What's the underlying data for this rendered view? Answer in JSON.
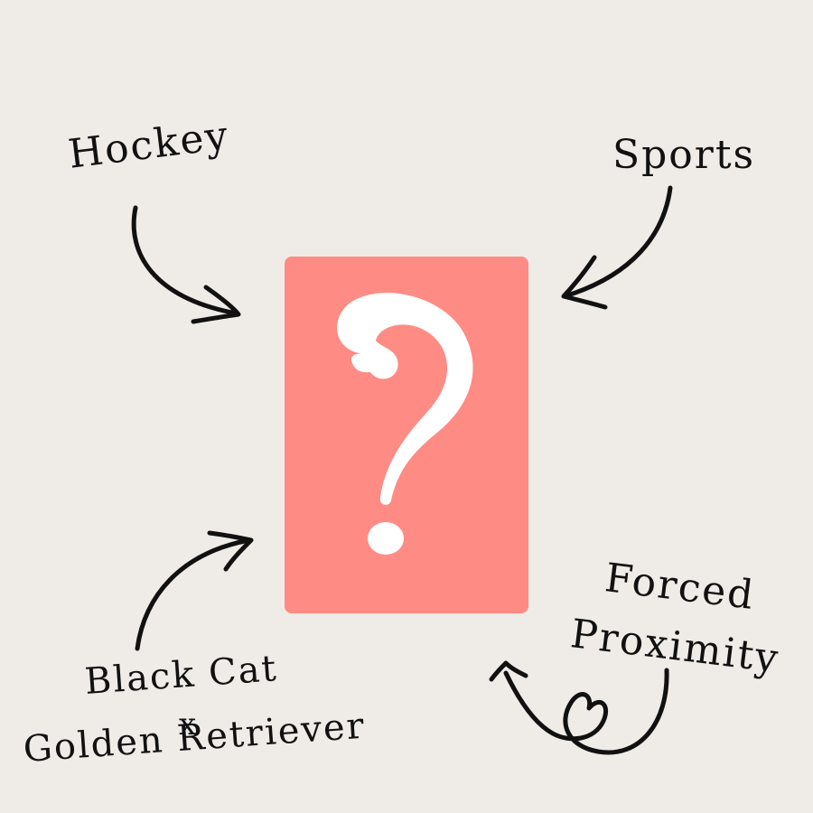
{
  "colors": {
    "background": "#efebe7",
    "card": "#ff8b85",
    "question_mark": "#ffffff",
    "ink": "#111111"
  },
  "labels": {
    "hockey": "Hockey",
    "sports": "Sports",
    "forced": "Forced",
    "proximity": "Proximity",
    "black_cat": "Black Cat",
    "x": "x",
    "golden_retriever": "Golden Retriever"
  },
  "icons": {
    "center": "question-mark-icon",
    "decoration": "heart-loop-icon"
  }
}
